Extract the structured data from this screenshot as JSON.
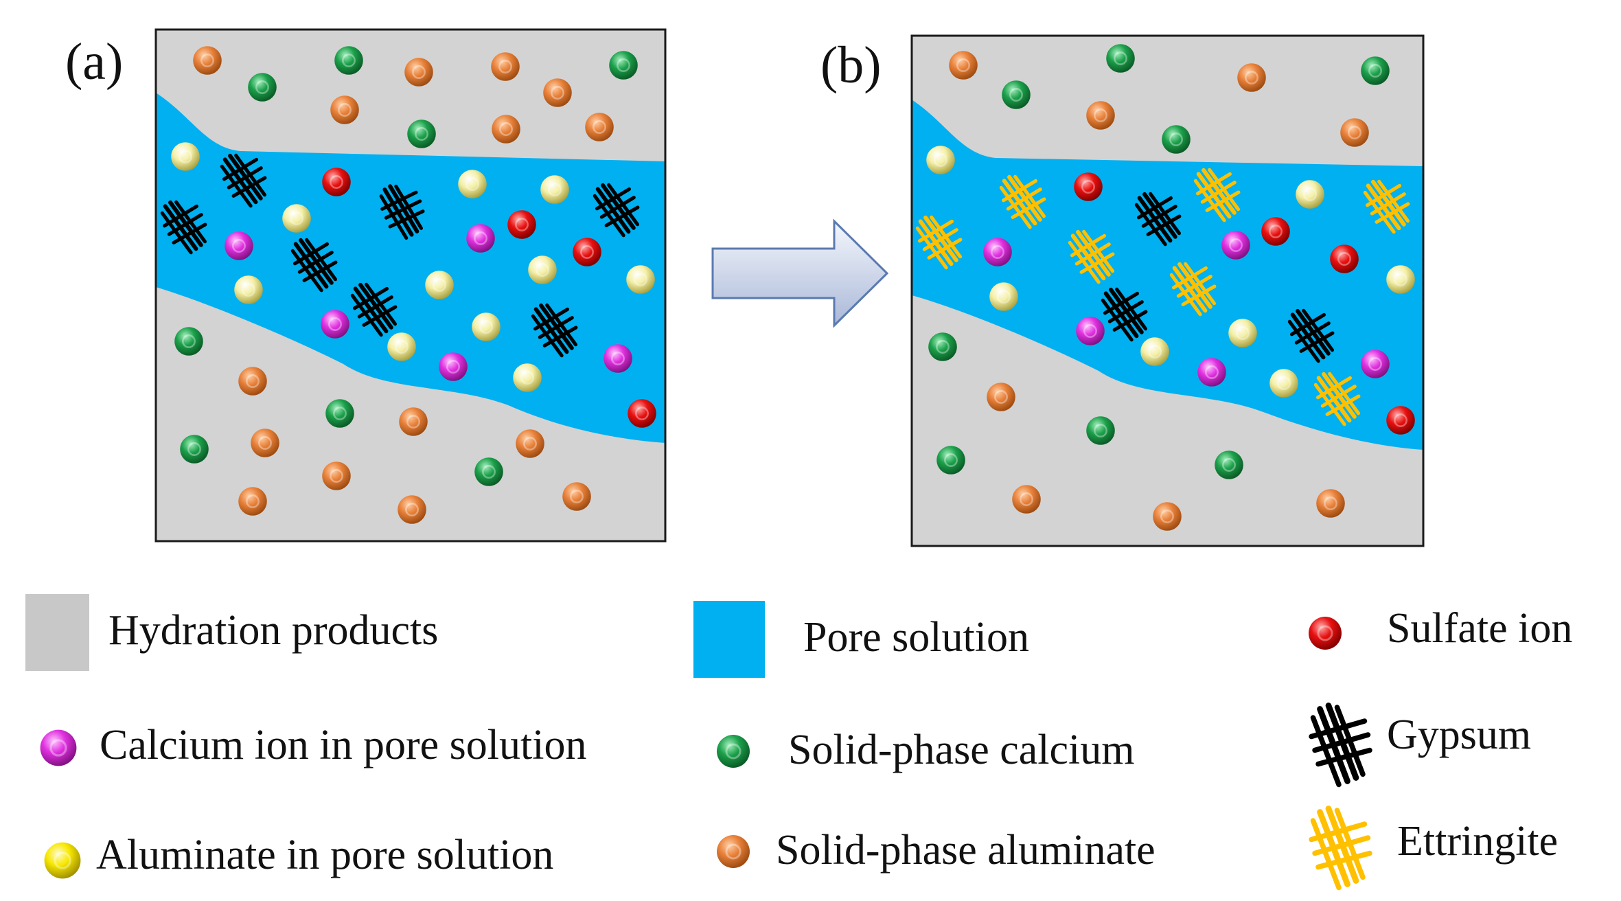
{
  "panels": [
    {
      "label": "(a)"
    },
    {
      "label": "(b)"
    }
  ],
  "legend": {
    "hydration_products": "Hydration products",
    "pore_solution": "Pore solution",
    "sulfate_ion": "Sulfate ion",
    "calcium_ion": "Calcium ion in pore solution",
    "solid_calcium": "Solid-phase calcium",
    "gypsum": "Gypsum",
    "aluminate_pore": "Aluminate in pore solution",
    "solid_aluminate": "Solid-phase aluminate",
    "ettringite": "Ettringite"
  },
  "colors": {
    "hydration_products": "#d3d3d3",
    "pore_solution": "#00b0f0",
    "sulfate_ion": "#e00000",
    "calcium_ion": "#e020e0",
    "solid_calcium": "#109040",
    "aluminate_pore": "#f0f0a0",
    "solid_aluminate": "#e07020",
    "gypsum": "#000000",
    "ettringite": "#ffc000"
  }
}
